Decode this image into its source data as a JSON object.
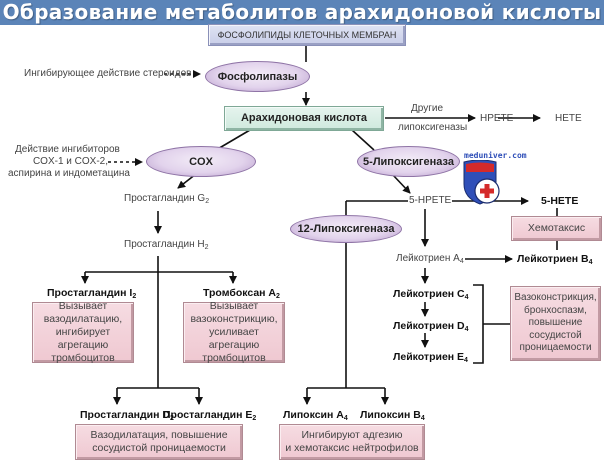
{
  "title": "Образование метаболитов арахидоновой кислоты",
  "watermark": {
    "text": "meduniver.com",
    "icon": "medical-shield-cross-icon"
  },
  "colors": {
    "title_bar": "#5b84b8",
    "enzyme_fill": "#e2d3ec",
    "membrane_box": "#c8cde8",
    "acid_box": "#cfe9dd",
    "effect_box": "#efc8d1"
  },
  "nodes": {
    "membrane": "ФОСФОЛИПИДЫ КЛЕТОЧНЫХ МЕМБРАН",
    "phospholipases": "Фосфолипазы",
    "steroids_note": "Ингибирующее действие стероидов",
    "arachidonic_acid": "Арахидоновая кислота",
    "other_lox_1": "Другие",
    "other_lox_2": "липоксигеназы",
    "hpete": "HPETE",
    "hete": "HETE",
    "cox": "COX",
    "cox_note_1": "Действие ингибиторов",
    "cox_note_2": "COX-1 и COX-2,",
    "cox_note_3": "аспирина и индометацина",
    "lox5": "5-Липоксигеназа",
    "pg_g2": {
      "base": "Простагландин G",
      "sub": "2"
    },
    "pg_h2": {
      "base": "Простагландин H",
      "sub": "2"
    },
    "hpete5": "5-HPETE",
    "hete5": "5-HETE",
    "chemotaxis": "Хемотаксис",
    "lox12": "12-Липоксигеназа",
    "lt_a4": {
      "base": "Лейкотриен A",
      "sub": "4"
    },
    "lt_b4": {
      "base": "Лейкотриен B",
      "sub": "4"
    },
    "pg_i2": {
      "base": "Простагландин I",
      "sub": "2"
    },
    "pg_i2_effect": [
      "Вызывает",
      "вазодилатацию,",
      "ингибирует агрегацию",
      "тромбоцитов"
    ],
    "tx_a2": {
      "base": "Тромбоксан A",
      "sub": "2"
    },
    "tx_a2_effect": [
      "Вызывает",
      "вазоконстрикцию,",
      "усиливает агрегацию",
      "тромбоцитов"
    ],
    "lt_c4": {
      "base": "Лейкотриен C",
      "sub": "4"
    },
    "lt_d4": {
      "base": "Лейкотриен D",
      "sub": "4"
    },
    "lt_e4": {
      "base": "Лейкотриен E",
      "sub": "4"
    },
    "lt_cde_effect": [
      "Вазоконстрикция,",
      "бронхоспазм,",
      "повышение",
      "сосудистой",
      "проницаемости"
    ],
    "pg_d2": {
      "base": "Простагландин D",
      "sub": "2"
    },
    "pg_e2": {
      "base": "Простагландин E",
      "sub": "2"
    },
    "pg_de_effect": [
      "Вазодилатация, повышение",
      "сосудистой проницаемости"
    ],
    "lx_a4": {
      "base": "Липоксин A",
      "sub": "4"
    },
    "lx_b4": {
      "base": "Липоксин B",
      "sub": "4"
    },
    "lx_effect": [
      "Ингибируют адгезию",
      "и хемотаксис нейтрофилов"
    ]
  }
}
